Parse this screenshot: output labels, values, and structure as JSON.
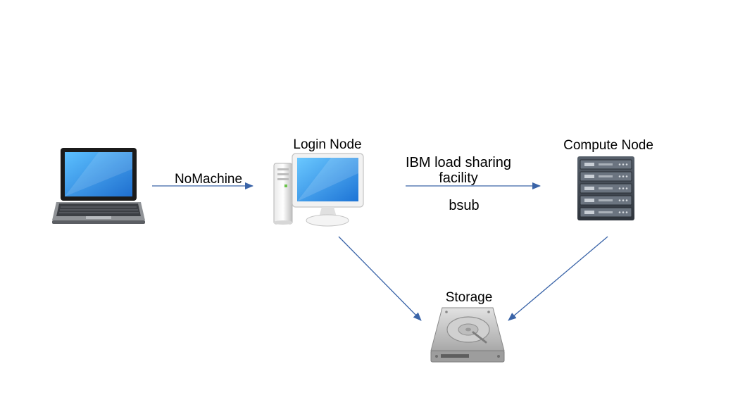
{
  "nodes": {
    "login": {
      "label": "Login Node"
    },
    "compute": {
      "label": "Compute Node"
    },
    "storage": {
      "label": "Storage"
    }
  },
  "edges": {
    "laptop_to_login": {
      "label": "NoMachine"
    },
    "login_to_compute": {
      "label_line1": "IBM load sharing",
      "label_line2": "facility",
      "command": "bsub"
    }
  },
  "colors": {
    "arrow": "#3a64a8",
    "laptop_screen": "#2a8fe0",
    "monitor_screen": "#2c92e6",
    "server_body": "#3f4650",
    "disk_body": "#c9c9c9"
  },
  "icons": [
    "laptop-icon",
    "desktop-computer-icon",
    "server-rack-icon",
    "hard-drive-icon"
  ]
}
